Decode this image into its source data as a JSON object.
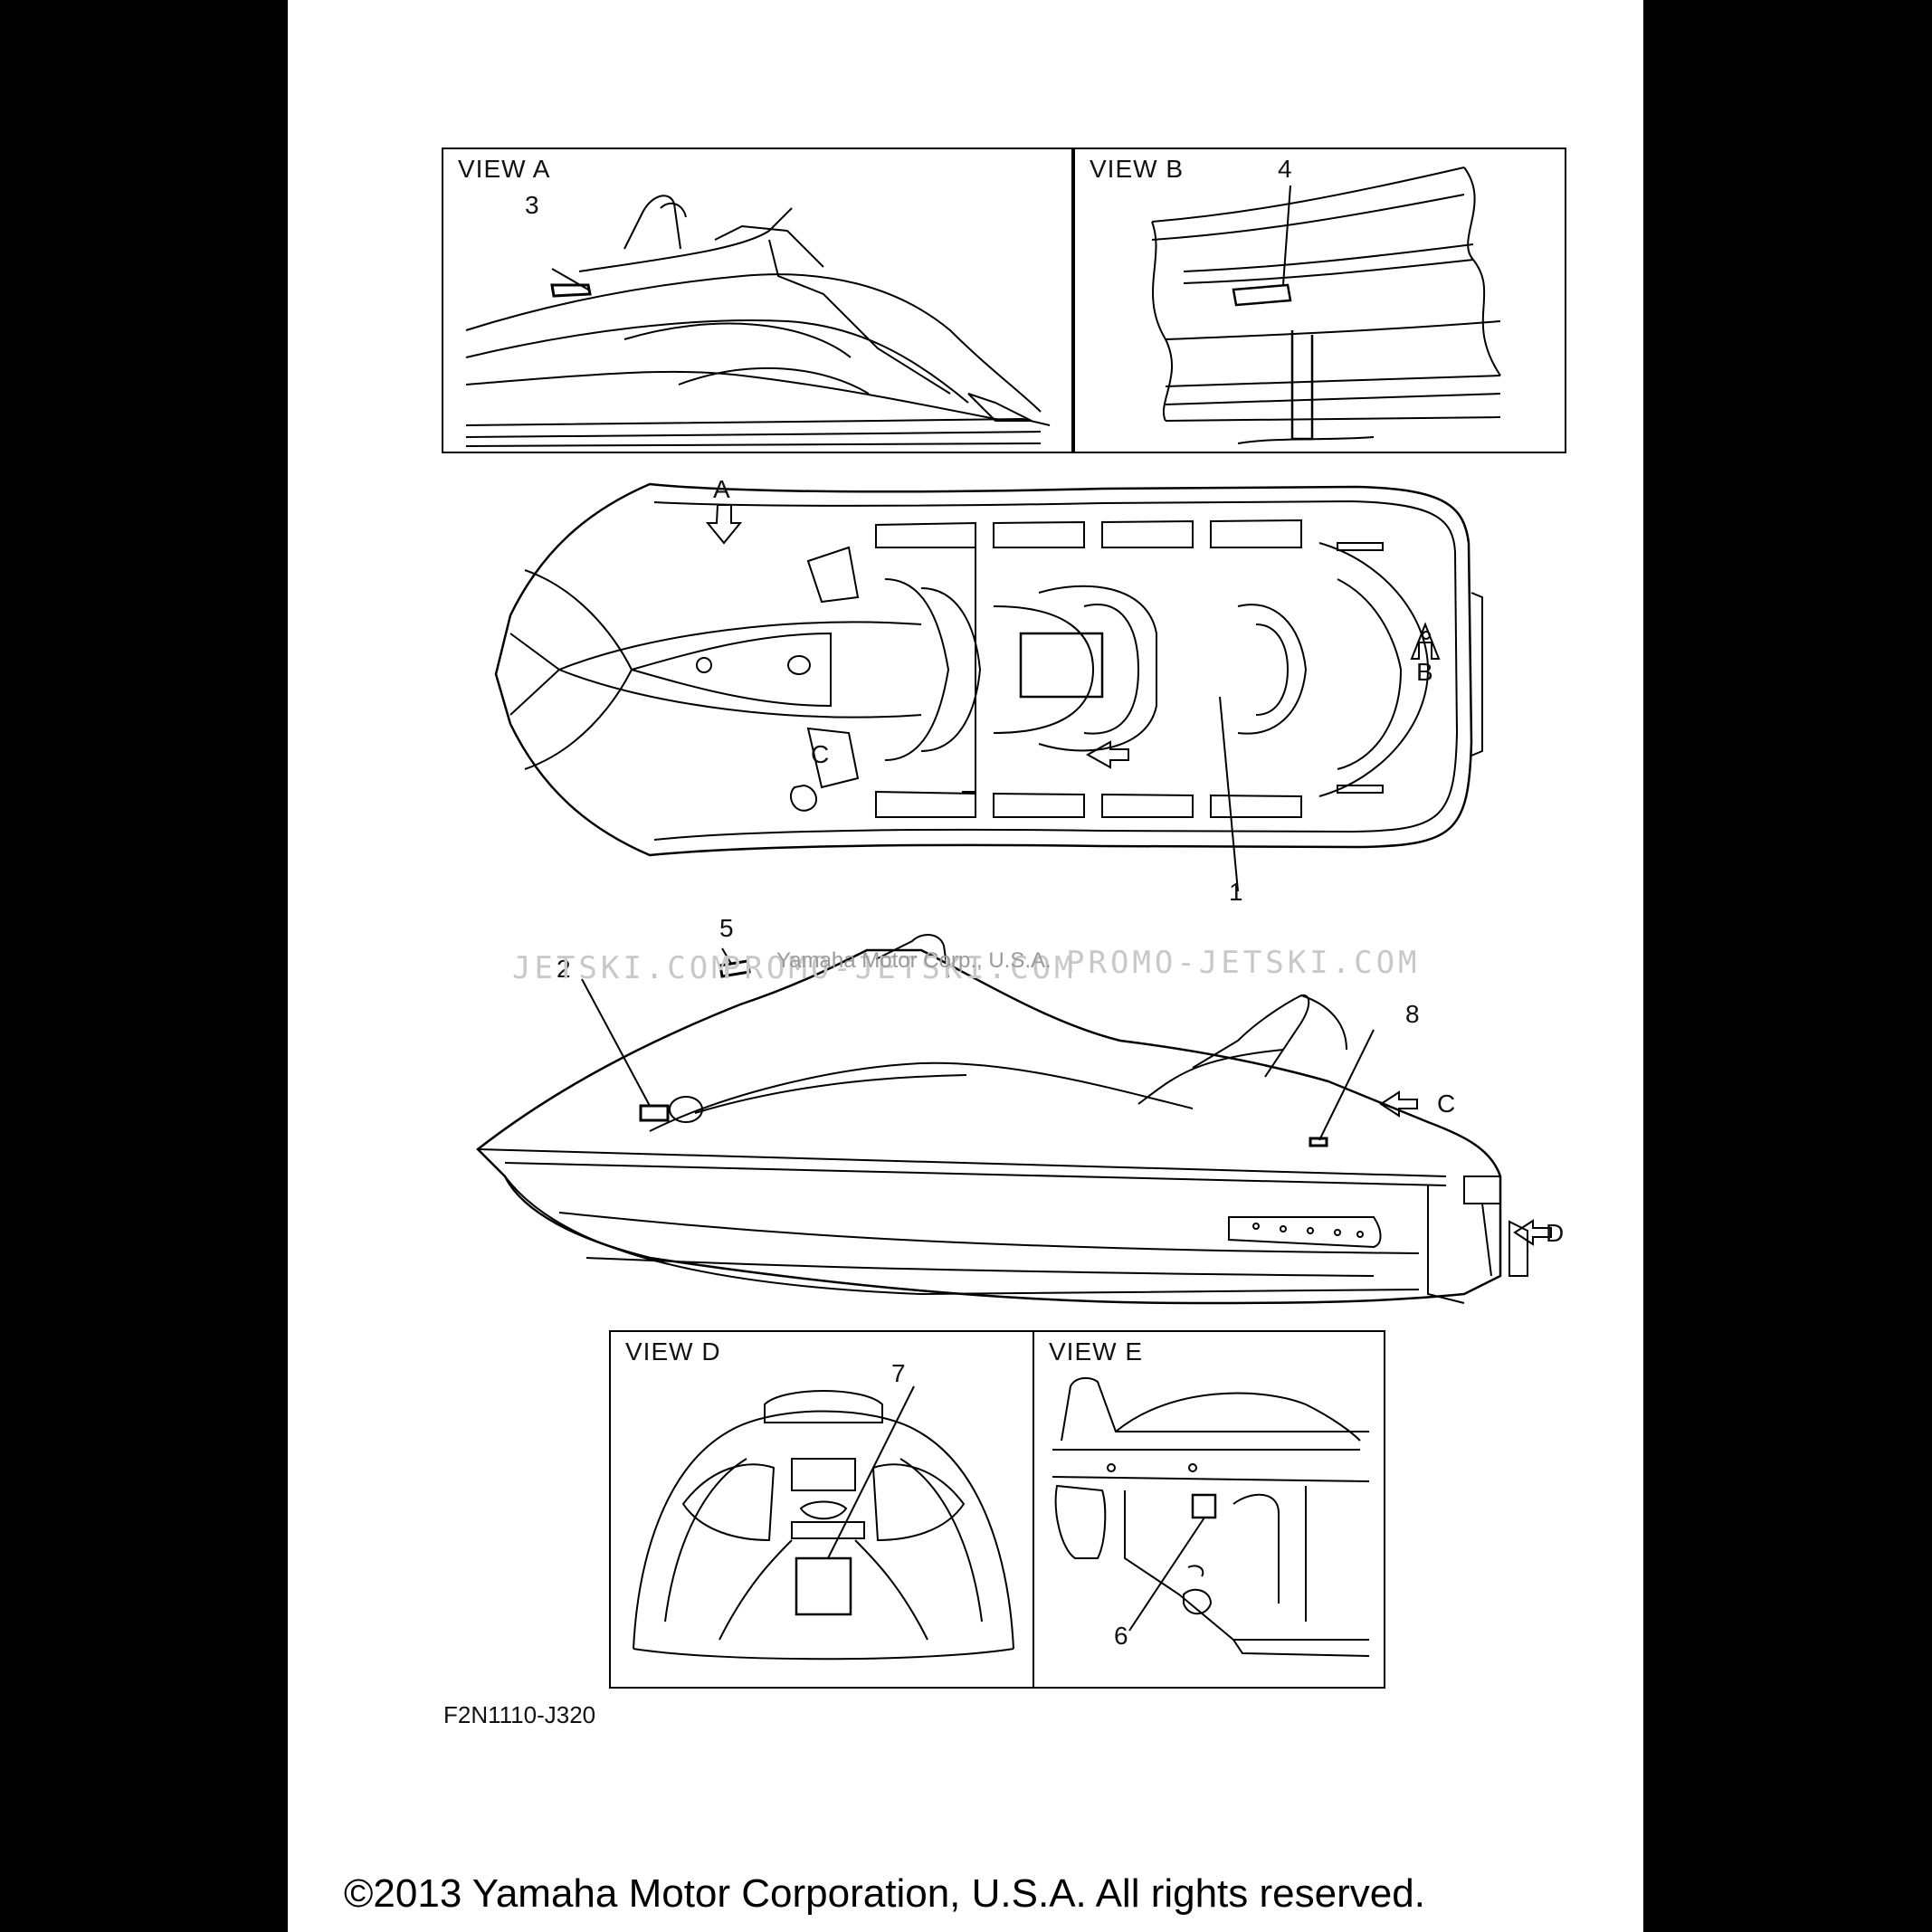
{
  "panels": {
    "view_a": {
      "title": "VIEW A",
      "callouts": [
        "3"
      ]
    },
    "view_b": {
      "title": "VIEW B",
      "callouts": [
        "4"
      ]
    },
    "view_d": {
      "title": "VIEW D",
      "callouts": [
        "7"
      ]
    },
    "view_e": {
      "title": "VIEW E",
      "callouts": [
        "6"
      ]
    }
  },
  "top_view": {
    "arrows": [
      "A",
      "B",
      "C"
    ],
    "callouts": [
      "1"
    ]
  },
  "side_view": {
    "arrows": [
      "C",
      "D"
    ],
    "callouts": [
      "2",
      "5",
      "8"
    ]
  },
  "watermark": {
    "left": "JETSKI.COM",
    "center": "PROMO-JETSKI.COM",
    "right": "PROMO-JETSKI.COM",
    "overlay": "Yamaha Motor Corp., U.S.A."
  },
  "figure_code": "F2N1110-J320",
  "copyright": "©2013 Yamaha Motor Corporation, U.S.A. All rights reserved."
}
